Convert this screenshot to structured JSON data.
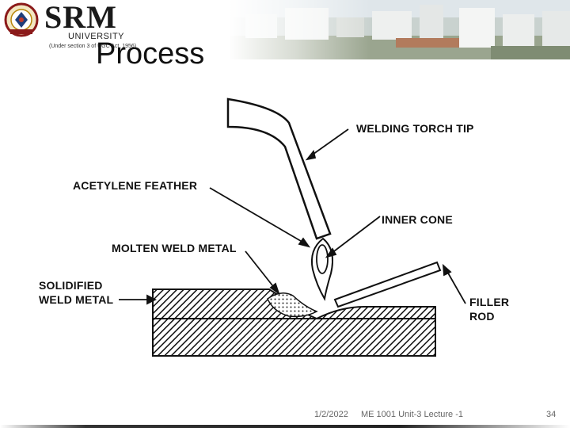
{
  "header": {
    "brand": "SRM",
    "brand_sub": "UNIVERSITY",
    "brand_note": "(Under section 3 of UGC Act, 1956)"
  },
  "slide": {
    "title": "Process"
  },
  "diagram": {
    "labels": {
      "torch_tip": "WELDING TORCH TIP",
      "acetylene_feather": "ACETYLENE FEATHER",
      "inner_cone": "INNER CONE",
      "molten_weld_metal": "MOLTEN WELD METAL",
      "solidified_line1": "SOLIDIFIED",
      "solidified_line2": "WELD METAL",
      "filler_line1": "FILLER",
      "filler_line2": "ROD"
    }
  },
  "footer": {
    "date": "1/2/2022",
    "course": "ME 1001  Unit-3 Lecture -1",
    "page": "34"
  }
}
